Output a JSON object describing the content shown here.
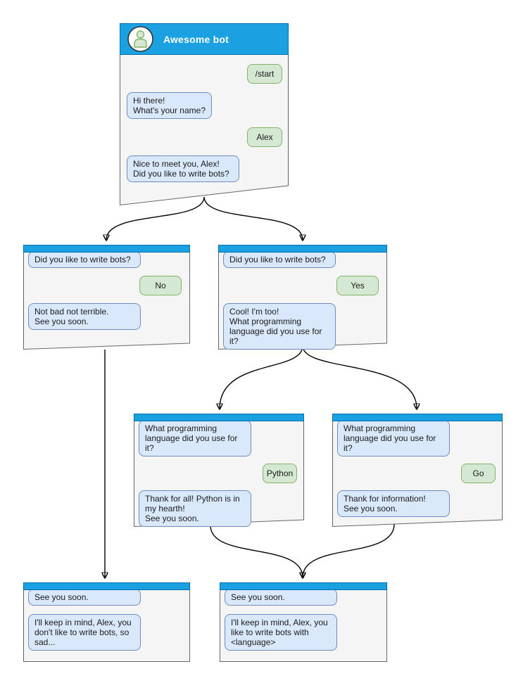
{
  "palette": {
    "titlebar_blue": "#1ba1e2",
    "titlebar_border": "#006eaf",
    "node_fill": "#f5f5f5",
    "node_border": "#666666",
    "bot_bubble_fill": "#dae8fc",
    "bot_bubble_border": "#6c8ebf",
    "user_bubble_fill": "#d5e8d4",
    "user_bubble_border": "#82b366"
  },
  "root_window": {
    "title": "Awesome bot",
    "avatar_icon": "person-icon",
    "messages": [
      {
        "from": "user",
        "text": "/start"
      },
      {
        "from": "bot",
        "text": "Hi there!\nWhat's your name?"
      },
      {
        "from": "user",
        "text": "Alex"
      },
      {
        "from": "bot",
        "text": "Nice to meet you, Alex!\nDid you like to write bots?"
      }
    ]
  },
  "nodes": {
    "branch_no": {
      "messages": [
        {
          "from": "bot",
          "text": "Did you like to write bots?"
        },
        {
          "from": "user",
          "text": "No"
        },
        {
          "from": "bot",
          "text": "Not bad not terrible.\nSee you soon."
        }
      ]
    },
    "branch_yes": {
      "messages": [
        {
          "from": "bot",
          "text": "Did you like to write bots?"
        },
        {
          "from": "user",
          "text": "Yes"
        },
        {
          "from": "bot",
          "text": "Cool! I'm too!\nWhat programming\nlanguage did you use for it?"
        }
      ]
    },
    "lang_python": {
      "messages": [
        {
          "from": "bot",
          "text": "What programming\nlanguage did you use for it?"
        },
        {
          "from": "user",
          "text": "Python"
        },
        {
          "from": "bot",
          "text": "Thank for all! Python is in\nmy hearth!\nSee you soon."
        }
      ]
    },
    "lang_go": {
      "messages": [
        {
          "from": "bot",
          "text": "What programming\nlanguage did you use for it?"
        },
        {
          "from": "user",
          "text": "Go"
        },
        {
          "from": "bot",
          "text": "Thank for information!\nSee you soon."
        }
      ]
    },
    "end_no": {
      "messages": [
        {
          "from": "bot",
          "text": "See you soon."
        },
        {
          "from": "bot",
          "text": "I'll keep in mind, Alex, you\ndon't like to write bots, so\nsad..."
        }
      ]
    },
    "end_yes": {
      "messages": [
        {
          "from": "bot",
          "text": "See you soon."
        },
        {
          "from": "bot",
          "text": "I'll keep in mind, Alex, you\nlike to write bots with\n<language>"
        }
      ]
    }
  }
}
